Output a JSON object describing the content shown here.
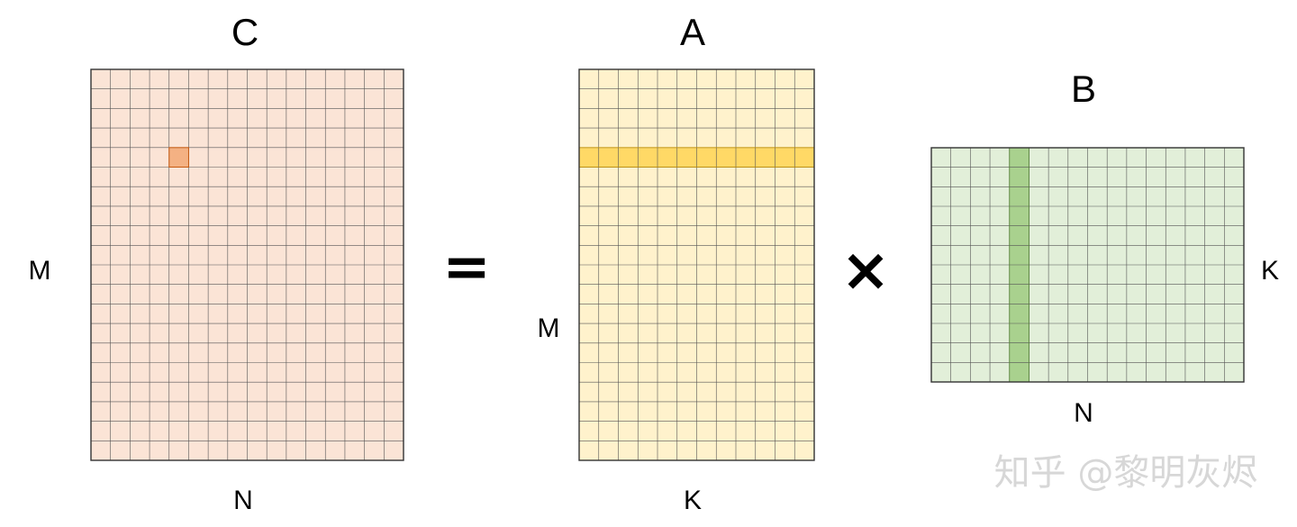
{
  "equation": {
    "equals_sign": "=",
    "times_sign": "×"
  },
  "matrices": {
    "C": {
      "title": "C",
      "row_label": "M",
      "col_label": "N",
      "rows": 20,
      "cols": 16,
      "fill": "#fbe4d6",
      "highlight_fill": "#f4b183",
      "highlight_cell": {
        "row": 4,
        "col": 4
      }
    },
    "A": {
      "title": "A",
      "row_label": "M",
      "col_label": "K",
      "rows": 20,
      "cols": 12,
      "fill": "#fff2cc",
      "highlight_fill": "#ffd966",
      "highlight_row": 4
    },
    "B": {
      "title": "B",
      "row_label": "K",
      "col_label": "N",
      "rows": 12,
      "cols": 16,
      "fill": "#e2efd9",
      "highlight_fill": "#a9d18e",
      "highlight_col": 4
    }
  },
  "colors": {
    "grid_line": "#555555",
    "border": "#333333"
  },
  "watermark": "知乎 @黎明灰烬"
}
